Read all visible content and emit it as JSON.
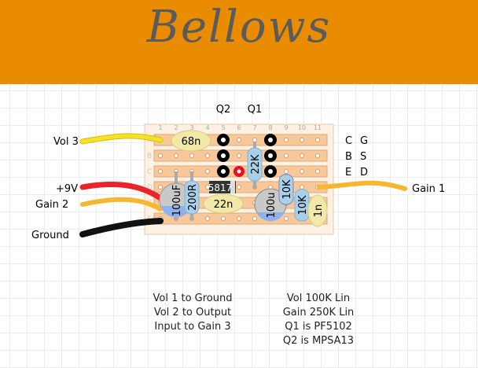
{
  "title": "Bellows",
  "board": {
    "columns": [
      "1",
      "2",
      "3",
      "4",
      "5",
      "6",
      "7",
      "8",
      "9",
      "10",
      "11"
    ],
    "rows": [
      "A",
      "B",
      "C",
      "D",
      "E",
      "F"
    ],
    "transistors": [
      "Q2",
      "Q1"
    ],
    "pinout": [
      [
        "C",
        "G"
      ],
      [
        "B",
        "S"
      ],
      [
        "E",
        "D"
      ]
    ]
  },
  "components": {
    "c68n": "68n",
    "c22n": "22n",
    "c100uf": "100uF",
    "c100u": "100u",
    "r200": "200R",
    "r22k": "22K",
    "r10k_a": "10K",
    "r10k_b": "10K",
    "c1n": "1n",
    "diode": "5817"
  },
  "wires": {
    "vol3": "Vol 3",
    "v9": "+9V",
    "gain2": "Gain 2",
    "ground": "Ground",
    "gain1": "Gain 1"
  },
  "colors": {
    "header": "#E98C00",
    "strip": "#F8C79A",
    "resistor": "#A8D0EA",
    "cap": "#F0E6A0",
    "wire_yellow": "#F5E02A",
    "wire_red": "#E8262A",
    "wire_orange": "#F5B730",
    "wire_black": "#111111"
  },
  "notes_left": [
    "Vol 1 to Ground",
    "Vol 2 to Output",
    "Input to Gain 3"
  ],
  "notes_right": [
    "Vol 100K Lin",
    "Gain 250K Lin",
    "Q1 is PF5102",
    "Q2 is MPSA13"
  ]
}
